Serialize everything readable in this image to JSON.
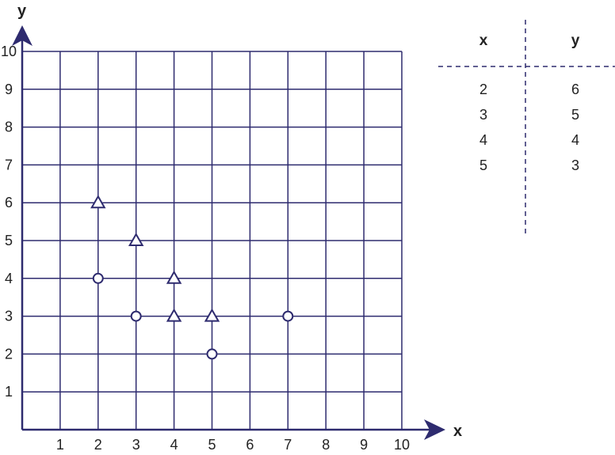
{
  "colors": {
    "accent": "#2e2b6f",
    "text": "#222222",
    "background": "#ffffff"
  },
  "chart_data": {
    "type": "scatter",
    "xlabel": "x",
    "ylabel": "y",
    "xlim": [
      0,
      10
    ],
    "ylim": [
      0,
      10
    ],
    "x_ticks": [
      1,
      2,
      3,
      4,
      5,
      6,
      7,
      8,
      9,
      10
    ],
    "y_ticks": [
      1,
      2,
      3,
      4,
      5,
      6,
      7,
      8,
      9,
      10
    ],
    "grid": true,
    "series": [
      {
        "marker": "triangle",
        "points": [
          {
            "x": 2,
            "y": 6
          },
          {
            "x": 3,
            "y": 5
          },
          {
            "x": 4,
            "y": 4
          },
          {
            "x": 4,
            "y": 3
          },
          {
            "x": 5,
            "y": 3
          }
        ]
      },
      {
        "marker": "circle",
        "points": [
          {
            "x": 2,
            "y": 4
          },
          {
            "x": 3,
            "y": 3
          },
          {
            "x": 5,
            "y": 2
          },
          {
            "x": 7,
            "y": 3
          }
        ]
      }
    ]
  },
  "value_table": {
    "headers": [
      "x",
      "y"
    ],
    "rows": [
      [
        "2",
        "6"
      ],
      [
        "3",
        "5"
      ],
      [
        "4",
        "4"
      ],
      [
        "5",
        "3"
      ]
    ]
  }
}
